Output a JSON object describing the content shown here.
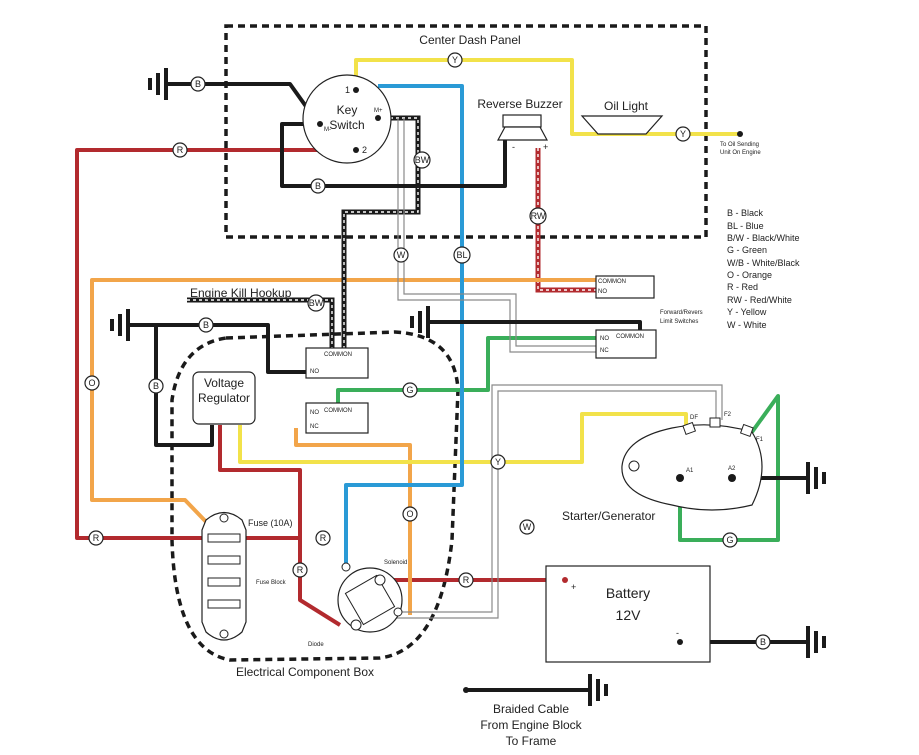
{
  "labels": {
    "center_dash_panel": "Center Dash Panel",
    "key_switch_line1": "Key",
    "key_switch_line2": "Switch",
    "ks_term_1": "1",
    "ks_term_2": "2",
    "ks_term_m_minus": "M-",
    "ks_term_m_plus": "M+",
    "reverse_buzzer": "Reverse Buzzer",
    "buzzer_minus": "-",
    "buzzer_plus": "+",
    "oil_light": "Oil Light",
    "oil_sending_line1": "To Oil Sending",
    "oil_sending_line2": "Unit On Engine",
    "engine_kill_hookup": "Engine Kill Hookup",
    "forward_reverse_line1": "Forward/Revers",
    "forward_reverse_line2": "Limit Switches",
    "voltage_regulator_line1": "Voltage",
    "voltage_regulator_line2": "Regulator",
    "fuse": "Fuse (10A)",
    "fuse_block": "Fuse Block",
    "solenoid": "Solenoid",
    "diode": "Diode",
    "electrical_component_box": "Electrical Component Box",
    "starter_generator": "Starter/Generator",
    "battery_line1": "Battery",
    "battery_line2": "12V",
    "battery_plus": "+",
    "battery_minus": "-",
    "braided_line1": "Braided Cable",
    "braided_line2": "From Engine Block",
    "braided_line3": "To Frame",
    "common": "COMMON",
    "no": "NO",
    "nc": "NC",
    "df": "DF",
    "f1": "F1",
    "f2": "F2",
    "a1": "A1",
    "a2": "A2"
  },
  "wire_tags": {
    "b": "B",
    "r": "R",
    "y": "Y",
    "o": "O",
    "g": "G",
    "w": "W",
    "bl": "BL",
    "bw": "BW",
    "rw": "RW"
  },
  "legend": [
    "B - Black",
    "BL - Blue",
    "B/W - Black/White",
    "G - Green",
    "W/B - White/Black",
    "O - Orange",
    "R - Red",
    "RW - Red/White",
    "Y - Yellow",
    "W - White"
  ],
  "colors": {
    "black": "#1a1a1a",
    "red": "#b22a2e",
    "yellow": "#f2e24a",
    "orange": "#f2a54a",
    "green": "#3aae5a",
    "blue": "#2a9ad6",
    "white_wire": "#9a9a9a"
  }
}
